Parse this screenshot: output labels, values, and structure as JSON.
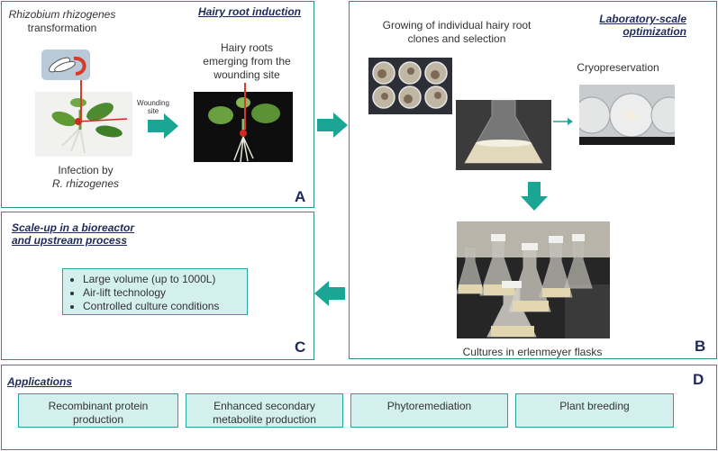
{
  "panel_a": {
    "title": "Hairy root induction",
    "transformation_line1": "Rhizobium rhizogenes",
    "transformation_line2": "transformation",
    "wounding_line1": "Wounding",
    "wounding_line2": "site",
    "hairy_roots_line1": "Hairy roots",
    "hairy_roots_line2": "emerging from the",
    "hairy_roots_line3": "wounding site",
    "infection_line1": "Infection by",
    "infection_line2": "R. rhizogenes",
    "letter": "A"
  },
  "panel_b": {
    "title_line1": "Laboratory-scale",
    "title_line2": "optimization",
    "growing_line1": "Growing of individual hairy root",
    "growing_line2": "clones and selection",
    "cryo": "Cryopreservation",
    "flasks": "Cultures in erlenmeyer flasks",
    "letter": "B"
  },
  "panel_c": {
    "title_line1": "Scale-up in a bioreactor",
    "title_line2": "and upstream process",
    "bullets": [
      "Large volume (up to 1000L)",
      "Air-lift technology",
      "Controlled culture conditions"
    ],
    "letter": "C"
  },
  "panel_d": {
    "title": "Applications",
    "letter": "D",
    "apps": [
      {
        "line1": "Recombinant protein",
        "line2": "production"
      },
      {
        "line1": "Enhanced secondary",
        "line2": "metabolite production"
      },
      {
        "line1": "Phytoremediation",
        "line2": ""
      },
      {
        "line1": "Plant breeding",
        "line2": ""
      }
    ]
  },
  "colors": {
    "border": "#2f8f8a",
    "arrow": "#1aa594",
    "heading": "#1f2a5a",
    "box_fill": "#d3f0ee",
    "box_border": "#2aa39a"
  }
}
